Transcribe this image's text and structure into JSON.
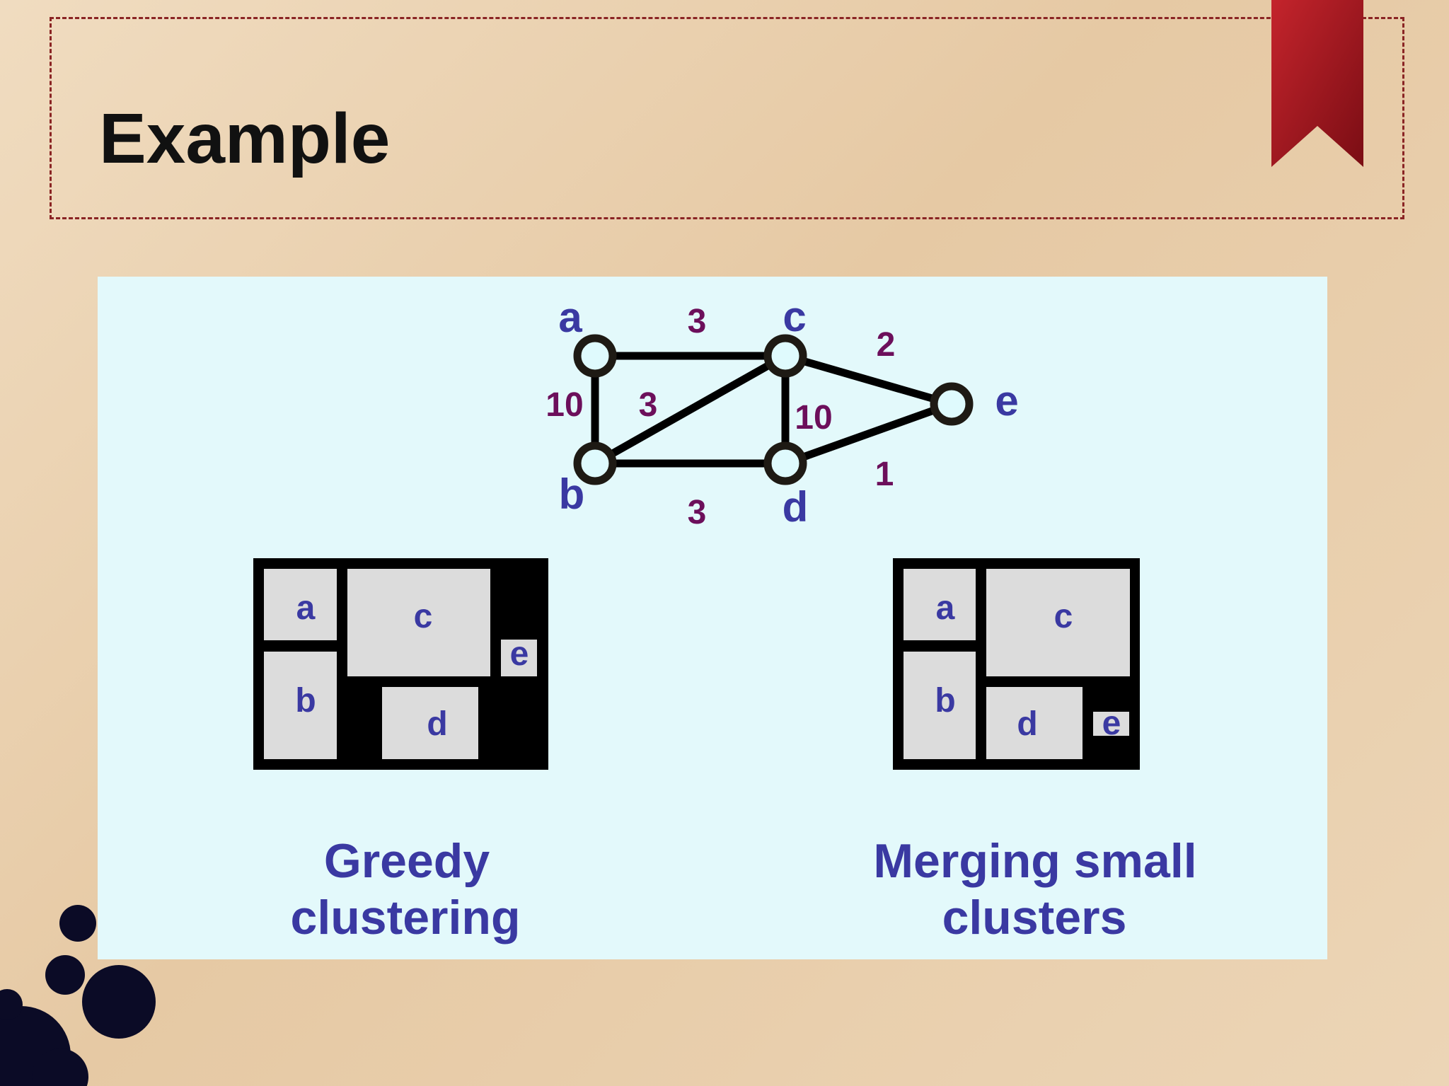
{
  "slide": {
    "title": "Example"
  },
  "graph": {
    "nodes": [
      {
        "id": "a",
        "label": "a"
      },
      {
        "id": "b",
        "label": "b"
      },
      {
        "id": "c",
        "label": "c"
      },
      {
        "id": "d",
        "label": "d"
      },
      {
        "id": "e",
        "label": "e"
      }
    ],
    "edges": [
      {
        "from": "a",
        "to": "c",
        "weight": "3"
      },
      {
        "from": "a",
        "to": "b",
        "weight": "10"
      },
      {
        "from": "b",
        "to": "c",
        "weight": "3"
      },
      {
        "from": "c",
        "to": "d",
        "weight": "10"
      },
      {
        "from": "b",
        "to": "d",
        "weight": "3"
      },
      {
        "from": "c",
        "to": "e",
        "weight": "2"
      },
      {
        "from": "d",
        "to": "e",
        "weight": "1"
      }
    ]
  },
  "layouts": [
    {
      "caption_line1": "Greedy",
      "caption_line2": "clustering",
      "cells": [
        {
          "id": "a",
          "label": "a"
        },
        {
          "id": "b",
          "label": "b"
        },
        {
          "id": "c",
          "label": "c"
        },
        {
          "id": "d",
          "label": "d"
        },
        {
          "id": "e",
          "label": "e"
        }
      ]
    },
    {
      "caption_line1": "Merging small",
      "caption_line2": "clusters",
      "cells": [
        {
          "id": "a",
          "label": "a"
        },
        {
          "id": "b",
          "label": "b"
        },
        {
          "id": "c",
          "label": "c"
        },
        {
          "id": "d",
          "label": "d"
        },
        {
          "id": "e",
          "label": "e"
        }
      ]
    }
  ],
  "colors": {
    "node_fill": "#dffafd",
    "node_stroke": "#1e1a14",
    "label": "#3a39a2",
    "weight": "#6c0f5b",
    "cell": "#dcdcdc",
    "frame": "#000000",
    "accent": "#a51c24"
  }
}
